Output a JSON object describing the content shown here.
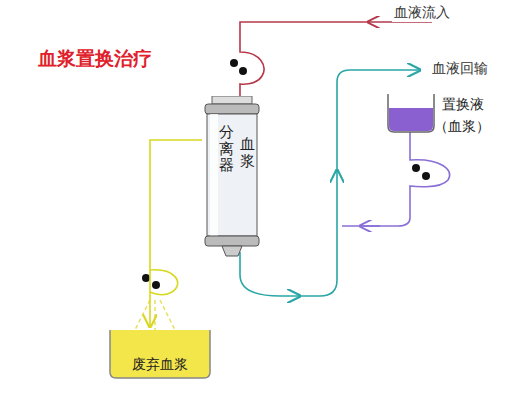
{
  "diagram": {
    "title": "血浆置换治疗",
    "nodes": [
      {
        "text": [
          "分离器",
          "血浆"
        ]
      },
      {
        "text": [
          "置换液",
          "（血浆）"
        ]
      },
      {
        "text": [
          "废弃血浆"
        ]
      }
    ],
    "edges": [
      {
        "from": 0,
        "to": 2,
        "arrow": "to"
      }
    ],
    "labels": [
      "血液流入",
      "血液回输"
    ]
  }
}
